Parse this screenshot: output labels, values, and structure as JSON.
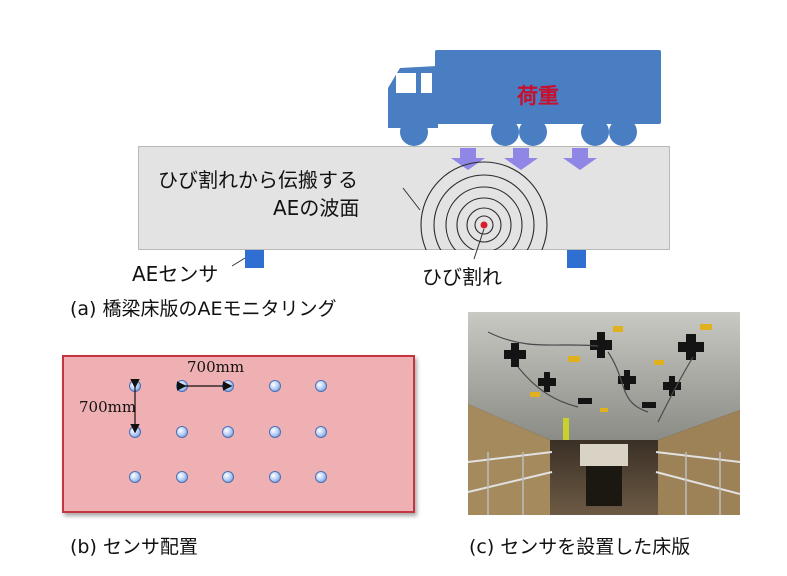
{
  "diagram_a": {
    "load_label": "荷重",
    "wave_label_line1": "ひび割れから伝搬する",
    "wave_label_line2": "AEの波面",
    "sensor_label": "AEセンサ",
    "crack_label": "ひび割れ",
    "caption": "(a) 橋梁床版のAEモニタリング"
  },
  "diagram_b": {
    "spacing_horizontal": "700mm",
    "spacing_vertical": "700mm",
    "caption": "(b) センサ配置",
    "grid_rows": 3,
    "grid_cols": 5
  },
  "photo_c": {
    "caption": "(c) センサを設置した床版"
  },
  "colors": {
    "truck": "#4a7ec3",
    "load_text": "#c8102e",
    "arrow": "#8f86e6",
    "sensor": "#2f6fd1",
    "panel_fill": "#efb0b4",
    "panel_border": "#c4353f"
  }
}
